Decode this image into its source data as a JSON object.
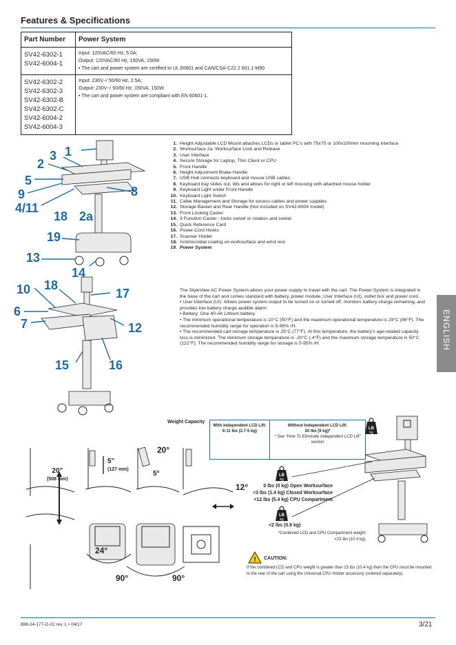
{
  "heading": "Features & Specifications",
  "table": {
    "col_part": "Part Number",
    "col_power": "Power System",
    "rows": [
      {
        "parts": [
          "SV42-6302-1",
          "SV42-6004-1"
        ],
        "power": [
          "Input: 120VAC/60 Hz, 5.0A;",
          "Output: 120VAC/60 Hz, 150VA, 150W.",
          "• The cart and power system are certified to UL 60601 and CAN/CSA-C22.2 601.1-M90"
        ]
      },
      {
        "parts": [
          "SV42-6302-2",
          "SV42-6302-3",
          "SV42-6302-B",
          "SV42-6302-C",
          "SV42-6004-2",
          "SV42-6004-3"
        ],
        "power": [
          "Input: 230V~/ 50/60 Hz, 2.5A;",
          "Output: 230V~/ 50/60 Hz, 150VA, 150W.",
          "• The cart and power system are compliant with EN 60601-1."
        ]
      }
    ]
  },
  "features": [
    {
      "num": "1.",
      "text": "Height Adjustable LCD Mount attaches LCDs or tablet PC's with 75x75 or 100x100mm mounting interface"
    },
    {
      "num": "2.",
      "text": "Worksurface  2a. Worksurface Lock and Release"
    },
    {
      "num": "3.",
      "text": "User Interface"
    },
    {
      "num": "4.",
      "text": "Secure Storage for Laptop, Thin Client or CPU"
    },
    {
      "num": "5.",
      "text": "Front Handle"
    },
    {
      "num": "6.",
      "text": "Height Adjustment Brake Handle"
    },
    {
      "num": "7.",
      "text": "USB Hub connects keyboard and mouse USB cables"
    },
    {
      "num": "8.",
      "text": "Keyboard tray slides out, tilts and allows for right or left mousing with attached mouse holder"
    },
    {
      "num": "9.",
      "text": "Keyboard Light under Front Handle"
    },
    {
      "num": "10.",
      "text": "Keyboard Light Switch"
    },
    {
      "num": "11.",
      "text": "Cable Management and Storage for excess cables and power supplies"
    },
    {
      "num": "12.",
      "text": "Storage Basket and Rear Handle (Not included on SV42-6004 model)"
    },
    {
      "num": "13.",
      "text": "Front Locking Caster"
    },
    {
      "num": "14.",
      "text": "3 Function Caster - locks swivel or rotation and swivel."
    },
    {
      "num": "15.",
      "text": "Quick Reference Card"
    },
    {
      "num": "16.",
      "text": "Power Cord Hooks"
    },
    {
      "num": "17.",
      "text": "Scanner Holder"
    },
    {
      "num": "18.",
      "text": "Antimicrobial coating on worksurface and wrist rest"
    },
    {
      "num": "19.",
      "text": "Power System"
    }
  ],
  "power_system": [
    "The StyleView AC Power System allows your power supply to travel with the cart. The Power System is integrated in the base of the cart and comes standard with battery, power module, User Interface (UI), outlet box and power cord.",
    "• User Interface (UI): Allows power system output to be turned on or turned off, monitors battery charge remaining, and provides low battery charge audible alarm.",
    "• Battery: One 40-Ah Lithium battery.",
    "• The minimum operational temperature is 10°C (50°F) and the maximum operational temperature is 29°C (86°F). The recommended humidity range for operation is 5-95% rH.",
    "• The recommended cart storage temperature is 25°C (77°F).  At this temperature, the battery's age-related capacity loss is minimized.  The minimum storage temperature is -20°C (-4°F) and the maximum storage temperature is 50°C (122°F). The recommended humidity range for storage is 5-95% rH."
  ],
  "language_tab": "ENGLISH",
  "callouts_top": [
    "1",
    "3",
    "2",
    "5",
    "9",
    "4/11",
    "18",
    "2a",
    "8",
    "19",
    "13",
    "14"
  ],
  "callouts_bottom": [
    "10",
    "18",
    "17",
    "6",
    "7",
    "12",
    "15",
    "16"
  ],
  "weight": {
    "title": "Weight Capacity",
    "with_lift_title": "With Independent LCD Lift:",
    "with_lift_value": "6-11 lbs (2.7-5 kg)",
    "without_lift_title": "Without Independent LCD Lift:",
    "without_lift_value": "20 lbs (9 kg)*",
    "without_lift_note": "* See \"How To Eliminate Independent LCD Lift\" section",
    "lb_kg": "LB kg",
    "lines": [
      "0 lbs (0 kg) Open Worksurface",
      "<3 lbs (1.4 kg) Closed Worksurface",
      "<12 lbs (5.4 kg) CPU Compartment"
    ],
    "keyboard": "<2 lbs (0.9 kg)",
    "combined": "*Combined LCD and CPU Compartment weight: <23 lbs (10.4 kg)."
  },
  "dims": {
    "travel": "20\"",
    "travel_mm": "(508 mm)",
    "lcd": "5\"",
    "lcd_mm": "(127 mm)",
    "tilt": "20°",
    "tilt2": "5°",
    "tray_tilt": "12°",
    "swivel": "24°",
    "rot_left": "90°",
    "rot_right": "90°"
  },
  "caution": {
    "title": "CAUTION:",
    "text": "If the combined LCD and CPU weight is greater than 23 lbs (10.4 kg) then the CPU must be mounted to the rear of the cart using the Universal CPU Holder accessory (ordered separately)."
  },
  "footer": {
    "doc": "888-24-177-G-02 rev. L • 04/17",
    "page": "3/21"
  }
}
